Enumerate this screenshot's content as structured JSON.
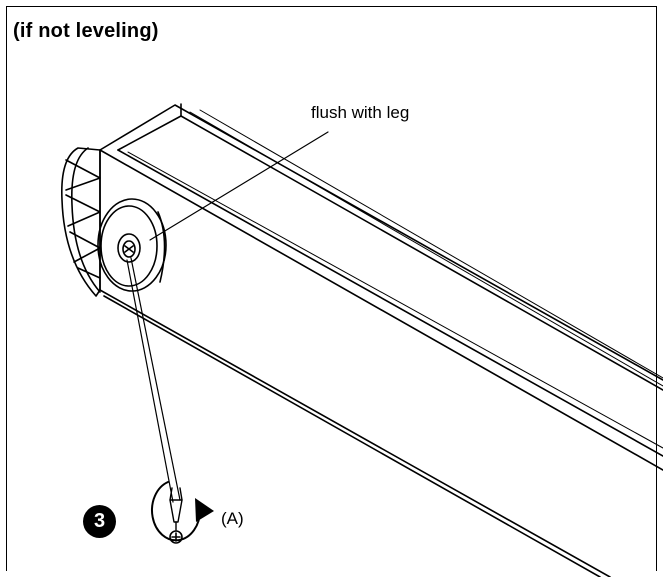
{
  "heading": "(if not leveling)",
  "callouts": {
    "flush_label": "flush with leg",
    "direction_label": "(A)"
  },
  "step": {
    "number": "3"
  },
  "colors": {
    "line": "#000000",
    "background": "#ffffff"
  },
  "icons": [
    "screwdriver-icon",
    "rotate-arrow-icon",
    "screw-head-icon"
  ]
}
